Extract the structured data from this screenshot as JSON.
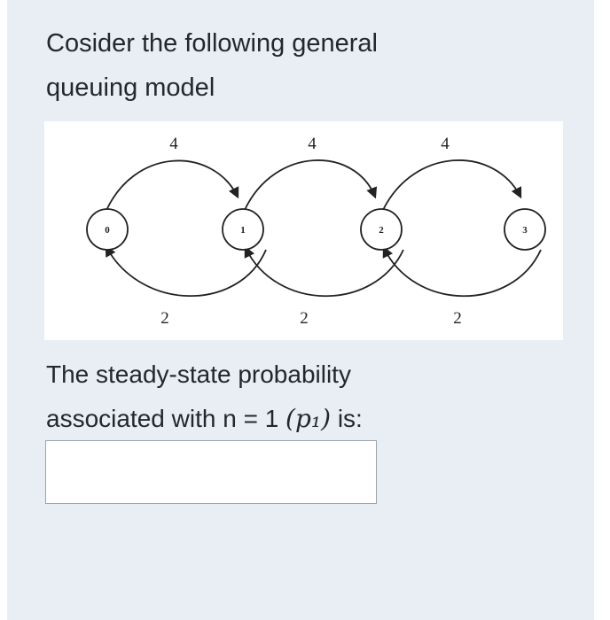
{
  "question": {
    "title_line1": "Cosider the following general",
    "title_line2": "queuing model",
    "prompt_line1": "The steady-state probability",
    "prompt_line2_prefix": "associated with n = 1 ",
    "prompt_math": "(p₁)",
    "prompt_line2_suffix": " is:"
  },
  "diagram": {
    "states": [
      "0",
      "1",
      "2",
      "3"
    ],
    "forward_rates": [
      "4",
      "4",
      "4"
    ],
    "backward_rates": [
      "2",
      "2",
      "2"
    ]
  },
  "answer": {
    "value": "",
    "placeholder": ""
  },
  "colors": {
    "card_background": "#e8eef4",
    "diagram_background": "#ffffff",
    "text": "#22282e"
  }
}
